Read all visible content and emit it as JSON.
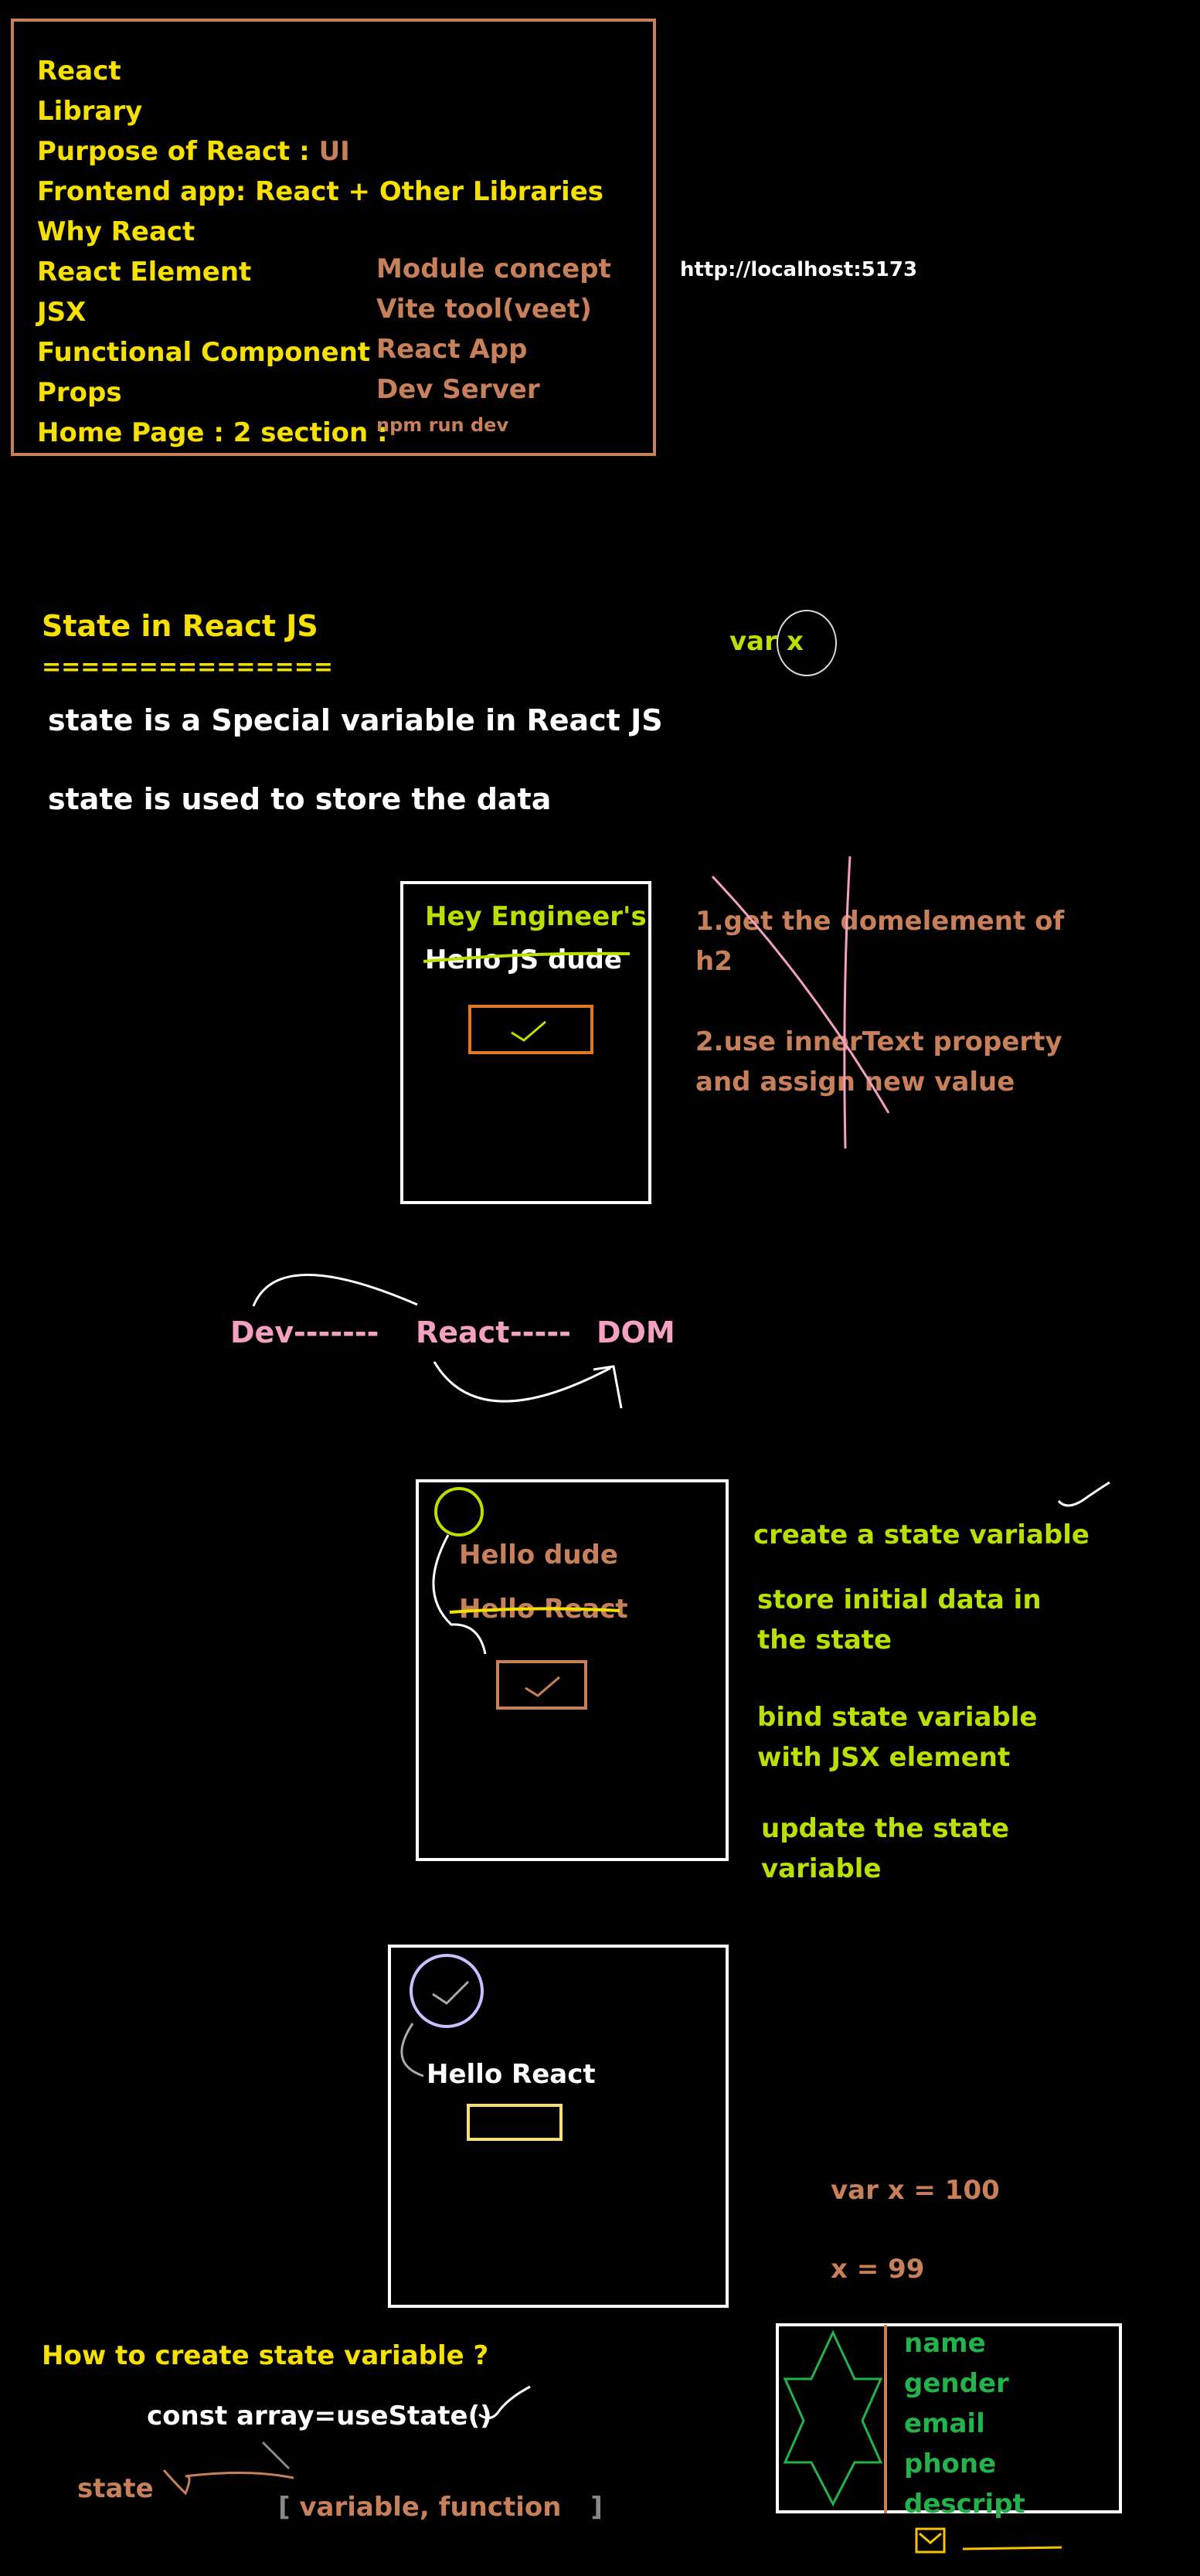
{
  "topics": {
    "left": [
      "React",
      "Library",
      "Purpose of React :",
      "Frontend app: React + Other Libraries",
      "Why React",
      "React Element",
      "JSX",
      "Functional Component",
      "Props",
      "Home Page : 2 section :"
    ],
    "ui_highlight": "UI",
    "right": [
      "Module concept",
      "Vite tool(veet)",
      "React App",
      "Dev Server"
    ],
    "npm_cmd": "npm run dev"
  },
  "localhost": "http://localhost:5173",
  "state_intro": {
    "heading": "State in React JS",
    "underline": "===============",
    "var_label": "var",
    "var_name": "x",
    "line1": "state is a Special variable in React JS",
    "line2": "state is used to store the data"
  },
  "mock1": {
    "new_text": "Hey Engineer's",
    "old_text": "Hello JS dude",
    "step1a": "1.get the domelement of",
    "step1b": "h2",
    "step2a": "2.use innerText property",
    "step2b": "and assign new value"
  },
  "flow": {
    "dev": "Dev",
    "dash1": "-------",
    "react": "React",
    "dash2": "-----",
    "dom": "DOM"
  },
  "mock2": {
    "new_text": "Hello dude",
    "old_text": "Hello React",
    "steps": [
      "create a state variable",
      "store initial data in",
      "the state",
      "bind state variable",
      "with JSX element",
      "update the state",
      "variable"
    ]
  },
  "mock3": {
    "text": "Hello React"
  },
  "vars": {
    "decl": "var x = 100",
    "assign": "x = 99"
  },
  "howto": {
    "question": "How to create state variable ?",
    "code": "const array=useState()",
    "state_label": "state",
    "bracket_open": "[",
    "destructure": "variable, function",
    "bracket_close": "]"
  },
  "form_sketch": {
    "fields": [
      "name",
      "gender",
      "email",
      "phone",
      "descript"
    ]
  },
  "colors": {
    "yellow": "#f5e000",
    "orange": "#c8805a",
    "lime": "#b8e000",
    "pink": "#f4a0c0",
    "green": "#22b34a",
    "white": "#ffffff"
  }
}
